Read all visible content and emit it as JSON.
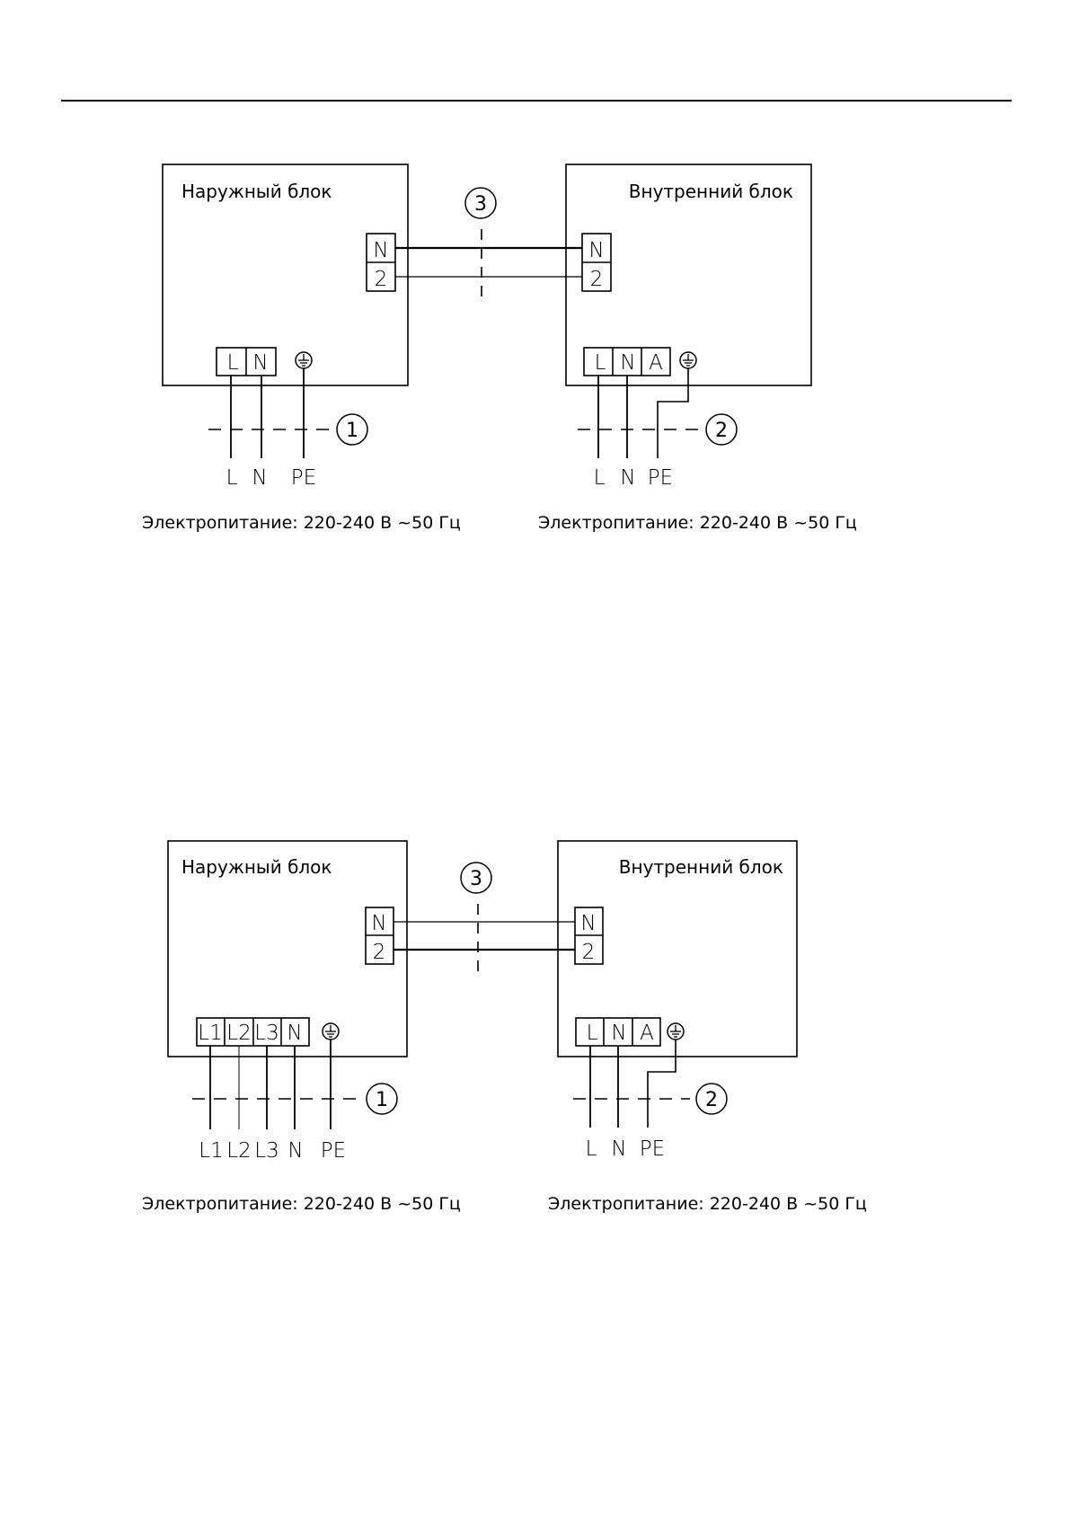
{
  "diagrams": [
    {
      "outdoor_unit": {
        "title": "Наружный блок",
        "link_terminals": [
          "N",
          "2"
        ],
        "power_terminals": [
          "L",
          "N"
        ],
        "wire_labels": [
          "L",
          "N",
          "PE"
        ]
      },
      "indoor_unit": {
        "title": "Внутренний блок",
        "link_terminals": [
          "N",
          "2"
        ],
        "power_terminals": [
          "L",
          "N",
          "A"
        ],
        "wire_labels": [
          "L",
          "N",
          "PE"
        ]
      },
      "markers": [
        "1",
        "2",
        "3"
      ],
      "caption_left": "Электропитание: 220-240 В ~50 Гц",
      "caption_right": "Электропитание: 220-240 В ~50 Гц"
    },
    {
      "outdoor_unit": {
        "title": "Наружный блок",
        "link_terminals": [
          "N",
          "2"
        ],
        "power_terminals": [
          "L1",
          "L2",
          "L3",
          "N"
        ],
        "wire_labels": [
          "L1",
          "L2",
          "L3",
          "N",
          "PE"
        ]
      },
      "indoor_unit": {
        "title": "Внутренний блок",
        "link_terminals": [
          "N",
          "2"
        ],
        "power_terminals": [
          "L",
          "N",
          "A"
        ],
        "wire_labels": [
          "L",
          "N",
          "PE"
        ]
      },
      "markers": [
        "1",
        "2",
        "3"
      ],
      "caption_left": "Электропитание: 220-240 В ~50 Гц",
      "caption_right": "Электропитание: 220-240 В ~50 Гц"
    }
  ]
}
